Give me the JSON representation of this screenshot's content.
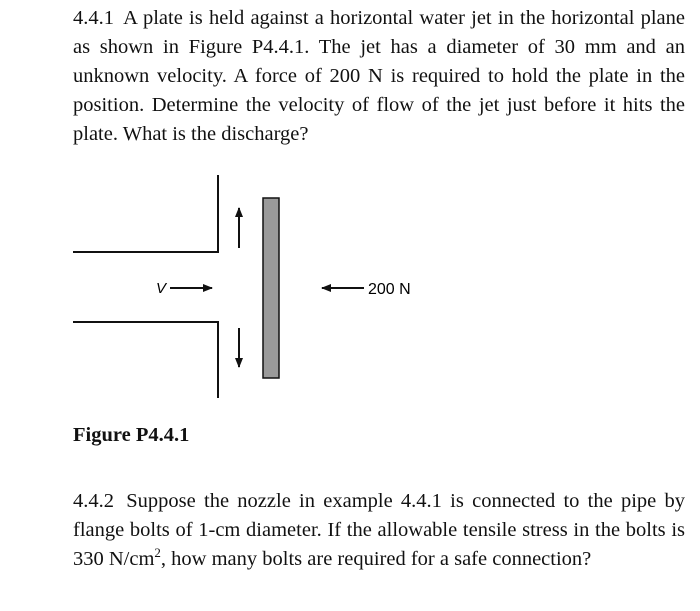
{
  "problem1": {
    "number": "4.4.1",
    "text": "A plate is held against a horizontal water jet in the horizontal plane as shown in Figure P4.4.1. The jet has a diameter of 30 mm and an unknown velocity. A force of 200 N is required to hold the plate in the position. Determine the velocity of flow of the jet just before it hits the plate. What is the discharge?"
  },
  "figure": {
    "velocity_label": "V",
    "force_label": "200 N",
    "caption": "Figure P4.4.1",
    "colors": {
      "plate_fill": "#9a9a9a",
      "stroke": "#111111"
    }
  },
  "problem2": {
    "number": "4.4.2",
    "text_before_sup": "Suppose the nozzle in example 4.4.1 is connected to the pipe by flange bolts of 1-cm diameter. If the allowable tensile stress in the bolts is 330 N/cm",
    "sup": "2",
    "text_after_sup": ", how many bolts are required for a safe connection?"
  }
}
